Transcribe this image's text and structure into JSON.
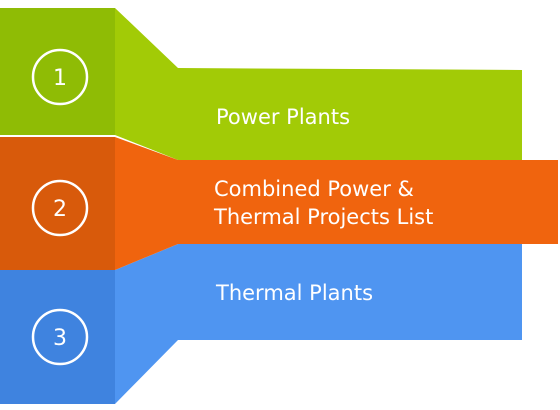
{
  "steps": [
    {
      "number": "1",
      "label_lines": [
        "Power Plants"
      ],
      "color_dark": "#8fbc05",
      "color_light": "#a2cb06"
    },
    {
      "number": "2",
      "label_lines": [
        "Combined Power &",
        "Thermal Projects List"
      ],
      "color_dark": "#d85a0b",
      "color_light": "#f0640e"
    },
    {
      "number": "3",
      "label_lines": [
        "Thermal Plants"
      ],
      "color_dark": "#3f83df",
      "color_light": "#4f95f1"
    }
  ]
}
